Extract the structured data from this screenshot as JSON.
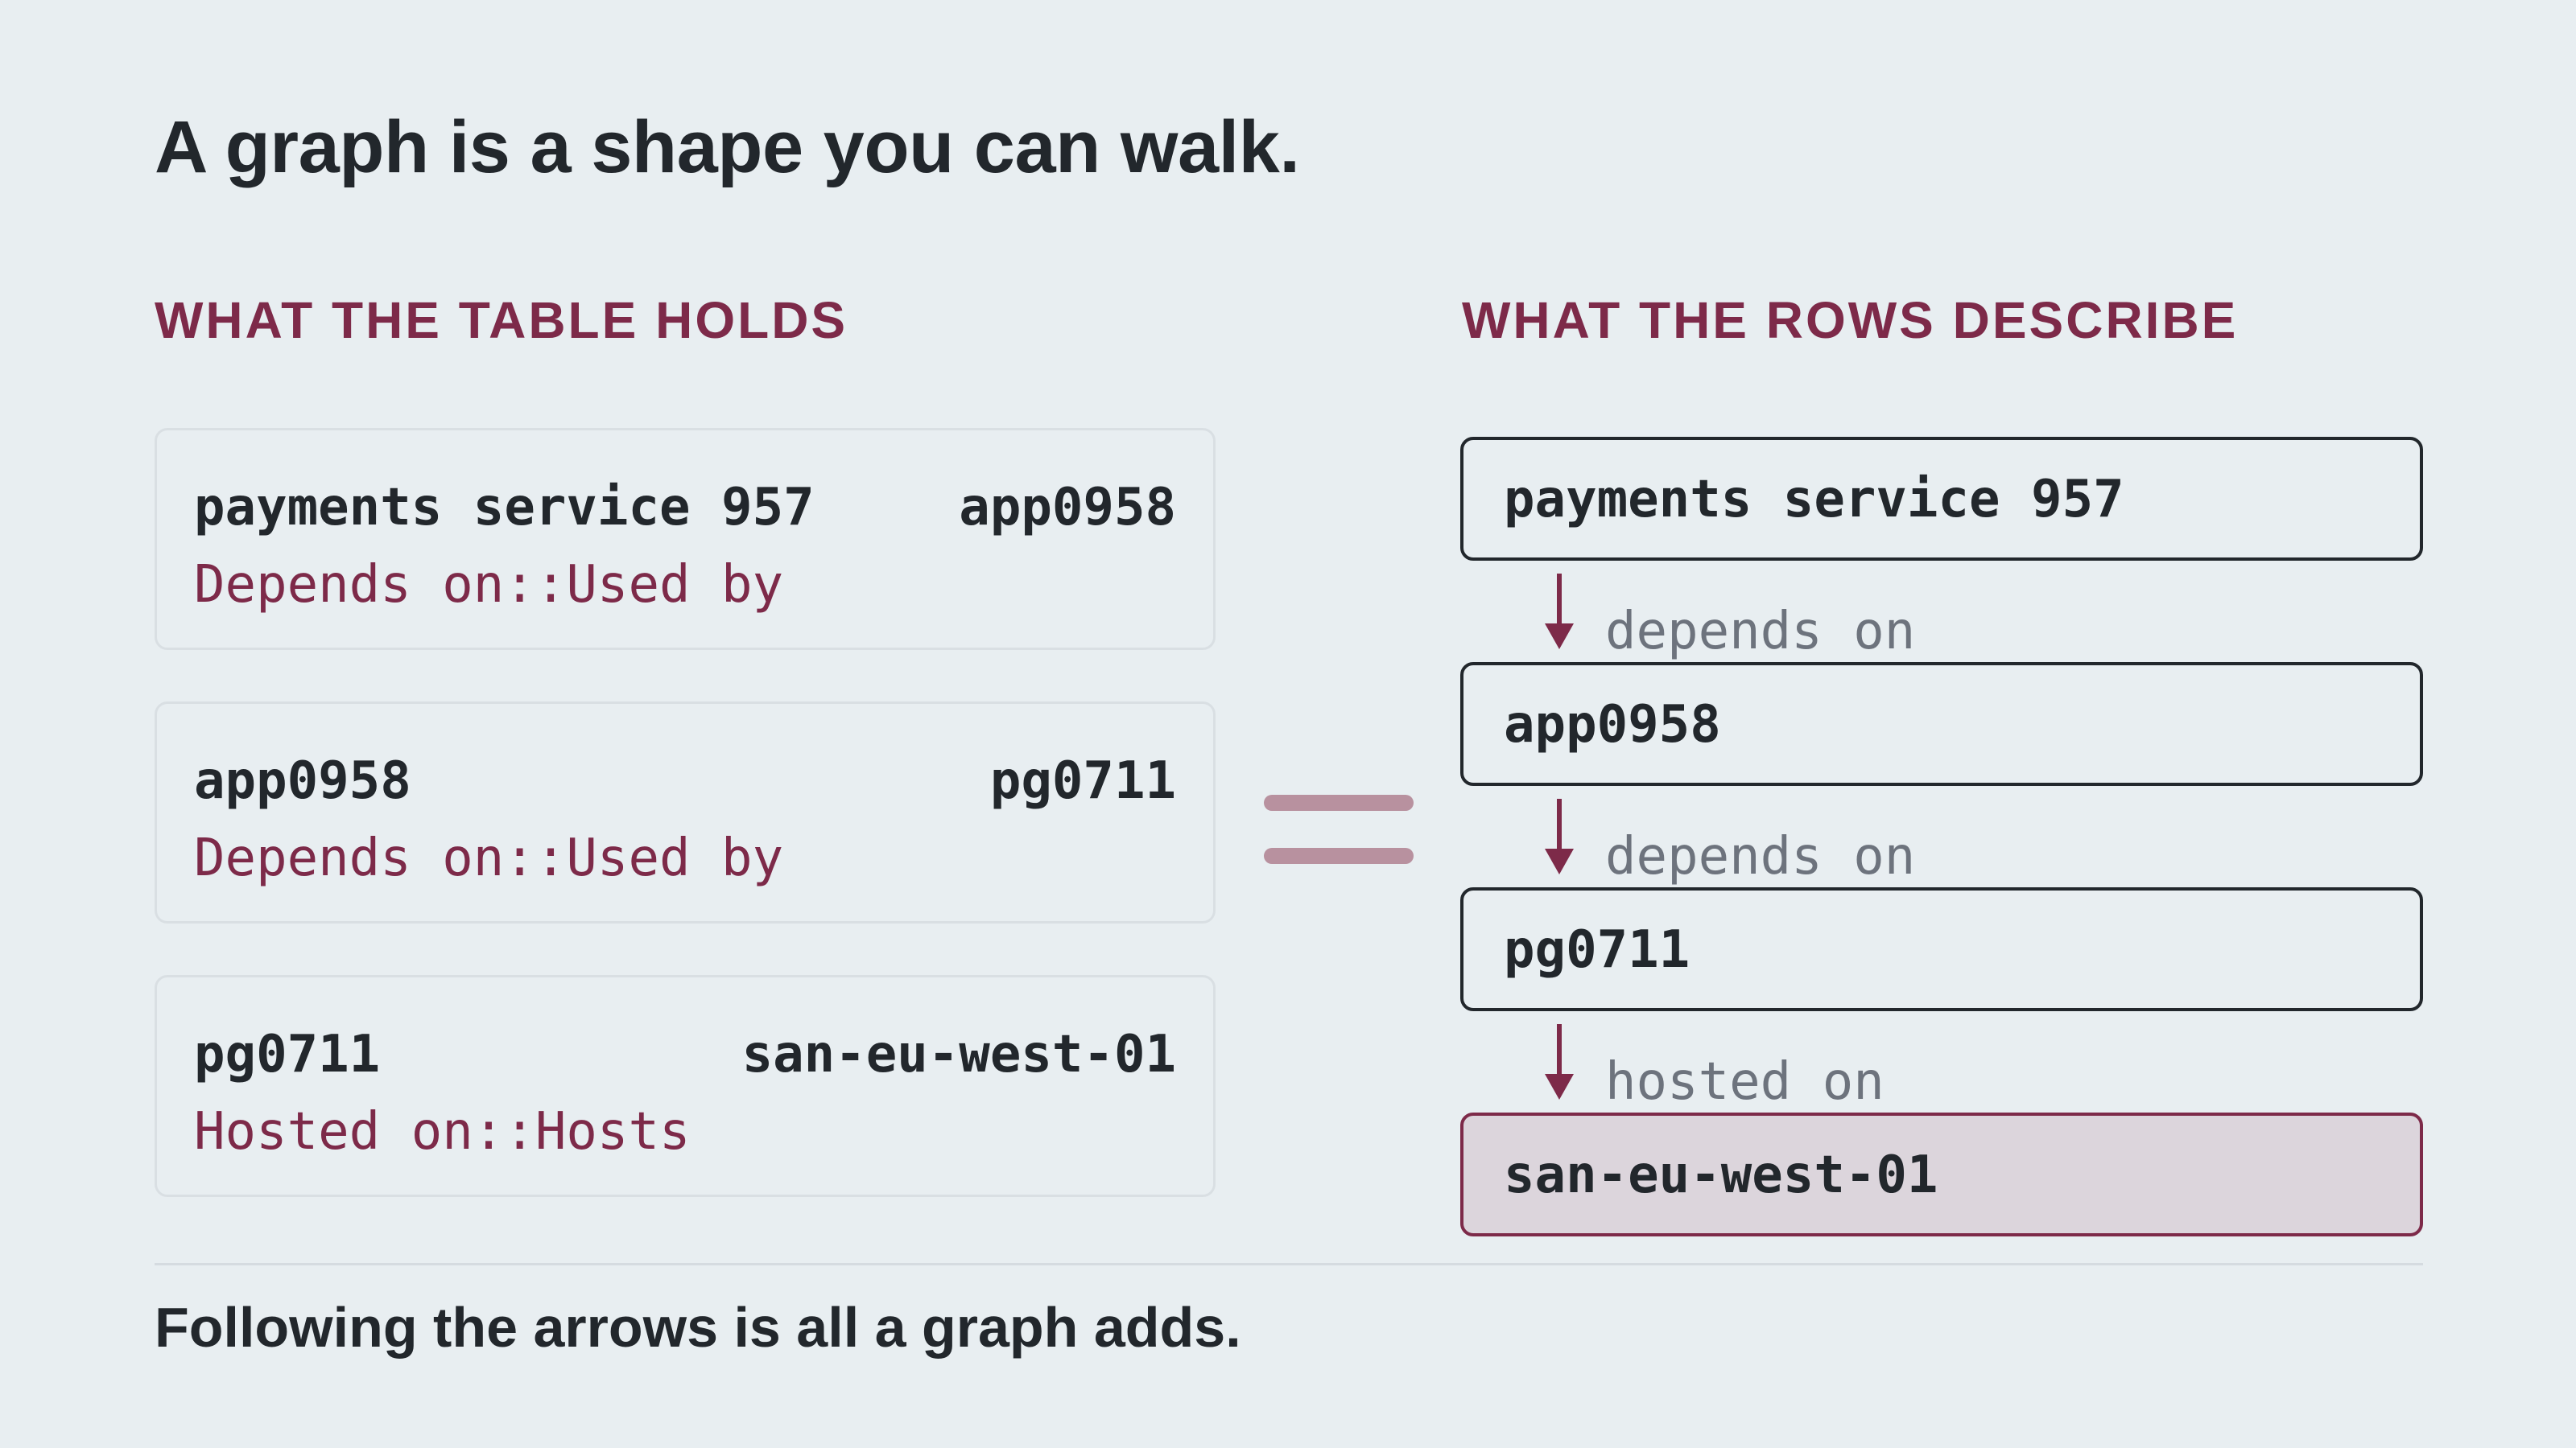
{
  "title": "A graph is a shape you can walk.",
  "left": {
    "heading": "WHAT THE TABLE HOLDS",
    "rows": [
      {
        "from": "payments service 957",
        "to": "app0958",
        "relation": "Depends on::Used by"
      },
      {
        "from": "app0958",
        "to": "pg0711",
        "relation": "Depends on::Used by"
      },
      {
        "from": "pg0711",
        "to": "san-eu-west-01",
        "relation": "Hosted on::Hosts"
      }
    ]
  },
  "right": {
    "heading": "WHAT THE ROWS DESCRIBE",
    "nodes": [
      "payments service 957",
      "app0958",
      "pg0711",
      "san-eu-west-01"
    ],
    "edges": [
      "depends on",
      "depends on",
      "hosted on"
    ]
  },
  "footer": "Following the arrows is all a graph adds.",
  "colors": {
    "background": "#e8eef1",
    "accent": "#7d2a49",
    "text": "#22272c",
    "muted": "#6d737d",
    "equals": "#b8919f",
    "terminal_fill": "#dcd5dc"
  }
}
